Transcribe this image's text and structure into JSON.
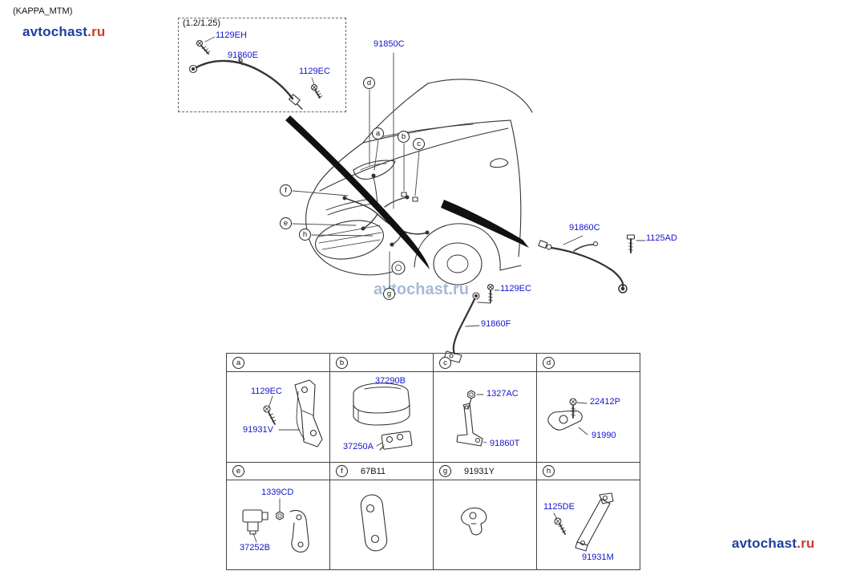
{
  "page": {
    "variant_label": "(KAPPA_MTM)",
    "watermark": "avtochast.ru"
  },
  "logo": {
    "name": "avtochast",
    "tld": ".ru"
  },
  "inset": {
    "title": "(1.2/1.25)",
    "part_screw_top": "1129EH",
    "part_cable": "91860E",
    "part_screw_right": "1129EC"
  },
  "diagram": {
    "part_harness": "91850C",
    "part_cable_right": "91860C",
    "part_bolt_right": "1125AD",
    "part_screw_mid": "1129EC",
    "part_cable_bottom": "91860F",
    "callouts": {
      "a": "a",
      "b": "b",
      "c": "c",
      "d": "d",
      "e": "e",
      "f": "f",
      "g": "g",
      "h": "h"
    }
  },
  "table": {
    "cells": {
      "a": {
        "key": "a",
        "part1": "1129EC",
        "part2": "91931V"
      },
      "b": {
        "key": "b",
        "part1": "37290B",
        "part2": "37250A"
      },
      "c": {
        "key": "c",
        "part1": "1327AC",
        "part2": "91860T"
      },
      "d": {
        "key": "d",
        "part1": "22412P",
        "part2": "91990"
      },
      "e": {
        "key": "e",
        "part1": "1339CD",
        "part2": "37252B"
      },
      "f": {
        "key": "f",
        "header_part": "67B11"
      },
      "g": {
        "key": "g",
        "header_part": "91931Y"
      },
      "h": {
        "key": "h",
        "part1": "1125DE",
        "part2": "91931M"
      }
    }
  },
  "colors": {
    "part_number": "#1414cc",
    "logo_blue": "#1c3f9e",
    "logo_red": "#d03a2a",
    "line": "#333333"
  }
}
